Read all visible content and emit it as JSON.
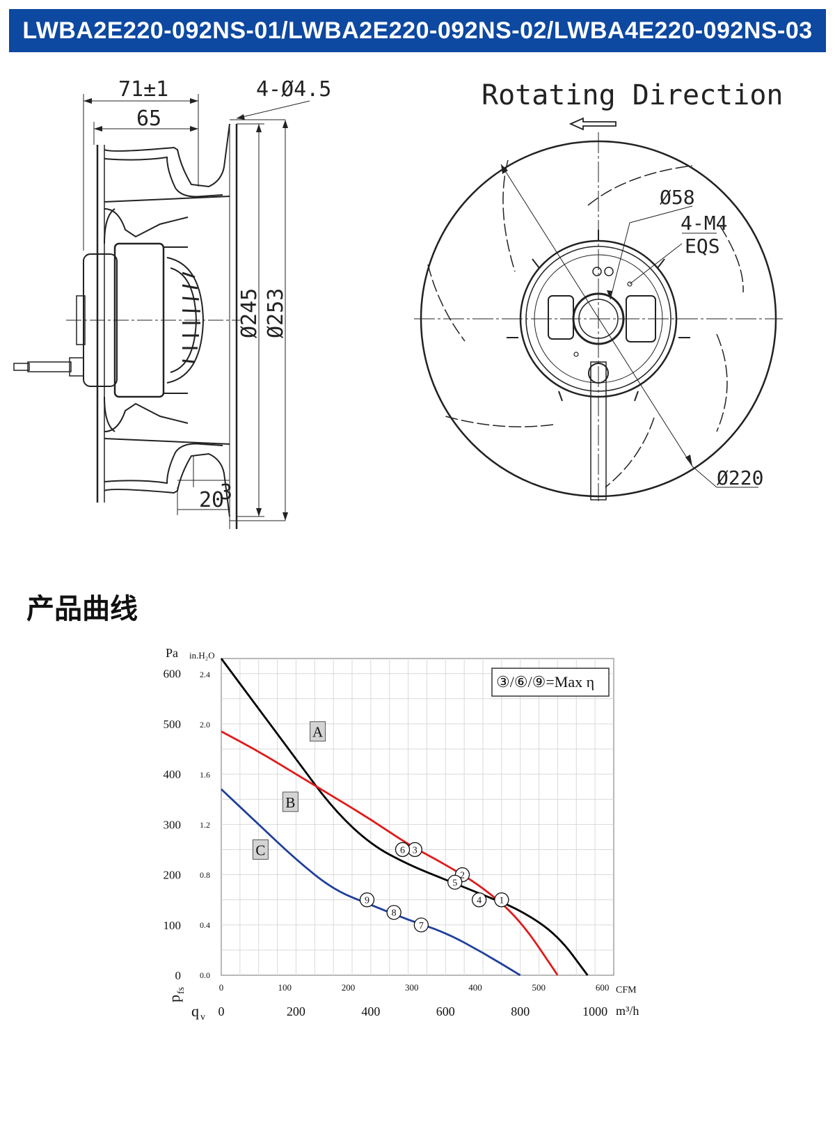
{
  "header": {
    "title": "LWBA2E220-092NS-01/LWBA2E220-092NS-02/LWBA4E220-092NS-03"
  },
  "side_view": {
    "dim_71": "71±1",
    "dim_65": "65",
    "dim_holes": "4-Ø4.5",
    "dim_d245": "Ø245",
    "dim_d253": "Ø253",
    "dim_3": "3",
    "dim_20": "20"
  },
  "front_view": {
    "rotating_direction": "Rotating Direction",
    "dim_d58": "Ø58",
    "dim_m4": "4-M4",
    "dim_eqs": "EQS",
    "dim_d220": "Ø220"
  },
  "section": {
    "title": "产品曲线"
  },
  "chart_data": {
    "type": "line",
    "title": "",
    "legend_note": "③/⑥/⑨=Max η",
    "y_left_label": "Pa",
    "y_right_label": "in.H₂O",
    "y_axis_symbol": "p",
    "y_axis_subscript": "fs",
    "x_top_unit": "CFM",
    "x_bottom_symbol": "q",
    "x_bottom_subscript": "v",
    "x_bottom_unit": "m³/h",
    "pa_ticks": [
      "0",
      "100",
      "200",
      "300",
      "400",
      "500",
      "600"
    ],
    "inh2o_ticks": [
      "0.0",
      "0.4",
      "0.8",
      "1.2",
      "1.6",
      "2.0",
      "2.4"
    ],
    "cfm_ticks": [
      "0",
      "100",
      "200",
      "300",
      "400",
      "500",
      "600"
    ],
    "m3h_ticks": [
      "0",
      "200",
      "400",
      "600",
      "800",
      "1000"
    ],
    "xlim_m3h": [
      0,
      1050
    ],
    "ylim_pa": [
      0,
      630
    ],
    "grid": true,
    "colors": {
      "A": "#000000",
      "B": "#e01b1b",
      "C": "#1f3f9c"
    },
    "series": [
      {
        "name": "A",
        "x": [
          0,
          100,
          200,
          300,
          400,
          500,
          600,
          700,
          800,
          900,
          980
        ],
        "y": [
          630,
          530,
          430,
          330,
          260,
          220,
          190,
          160,
          130,
          80,
          0
        ]
      },
      {
        "name": "B",
        "x": [
          0,
          100,
          200,
          300,
          400,
          500,
          600,
          700,
          800,
          900
        ],
        "y": [
          485,
          445,
          400,
          355,
          310,
          260,
          220,
          175,
          110,
          0
        ]
      },
      {
        "name": "C",
        "x": [
          0,
          100,
          200,
          300,
          400,
          500,
          600,
          700,
          800
        ],
        "y": [
          370,
          300,
          230,
          170,
          140,
          110,
          85,
          45,
          0
        ]
      }
    ],
    "points": [
      {
        "label": "1",
        "x": 750,
        "y": 150
      },
      {
        "label": "2",
        "x": 645,
        "y": 200
      },
      {
        "label": "3",
        "x": 518,
        "y": 250
      },
      {
        "label": "4",
        "x": 690,
        "y": 150
      },
      {
        "label": "5",
        "x": 625,
        "y": 185
      },
      {
        "label": "6",
        "x": 485,
        "y": 250
      },
      {
        "label": "7",
        "x": 535,
        "y": 100
      },
      {
        "label": "8",
        "x": 462,
        "y": 125
      },
      {
        "label": "9",
        "x": 390,
        "y": 150
      }
    ],
    "curve_labels": [
      {
        "name": "A",
        "x": 258,
        "y": 485
      },
      {
        "name": "B",
        "x": 185,
        "y": 345
      },
      {
        "name": "C",
        "x": 105,
        "y": 250
      }
    ]
  }
}
